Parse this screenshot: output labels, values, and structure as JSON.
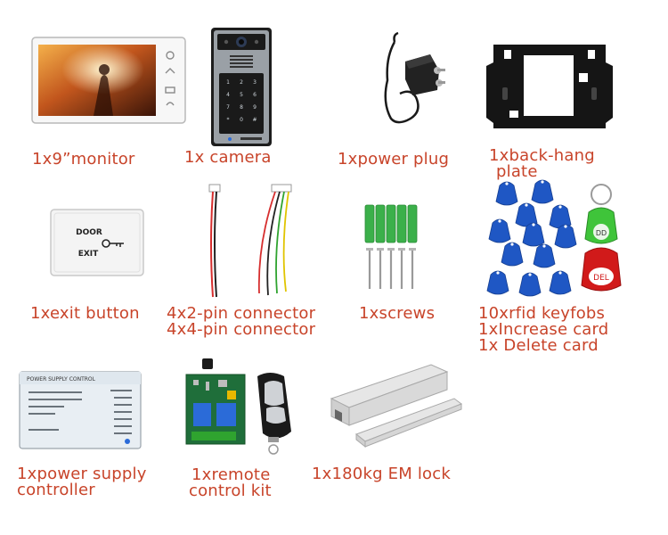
{
  "colors": {
    "label": "#c8442a",
    "keyfob_blue": "#1f57c4",
    "keyfob_green": "#3fc43a",
    "keyfob_red": "#d11a1a"
  },
  "items": {
    "monitor": {
      "label": "1x9”monitor",
      "icon": "video-monitor-icon"
    },
    "camera": {
      "label": "1x camera",
      "icon": "keypad-camera-icon"
    },
    "power_plug": {
      "label": "1xpower plug",
      "icon": "power-adapter-icon"
    },
    "back_plate": {
      "line1": "1xback-hang",
      "line2": "plate",
      "icon": "mounting-plate-icon"
    },
    "exit_button": {
      "label": "1xexit button",
      "icon": "exit-button-icon",
      "face_top": "DOOR",
      "face_bottom": "EXIT"
    },
    "connectors": {
      "line1": "4x2-pin connector",
      "line2": "4x4-pin connector",
      "icon": "wire-connector-icon"
    },
    "screws": {
      "label": "1xscrews",
      "icon": "screws-anchors-icon"
    },
    "keyfobs": {
      "line1": "10xrfid keyfobs",
      "line2": "1xIncrease card",
      "line3": "1x Delete card",
      "icon": "rfid-keyfob-icon",
      "add_tag": "DD",
      "delete_tag": "DEL"
    },
    "power_supply": {
      "line1": "1xpower supply",
      "line2": "controller",
      "icon": "power-supply-icon",
      "panel_title": "POWER SUPPLY CONTROL"
    },
    "remote_kit": {
      "line1": "1xremote",
      "line2": "control kit",
      "icon": "remote-control-icon"
    },
    "em_lock": {
      "label": "1x180kg EM lock",
      "icon": "magnetic-lock-icon"
    }
  }
}
